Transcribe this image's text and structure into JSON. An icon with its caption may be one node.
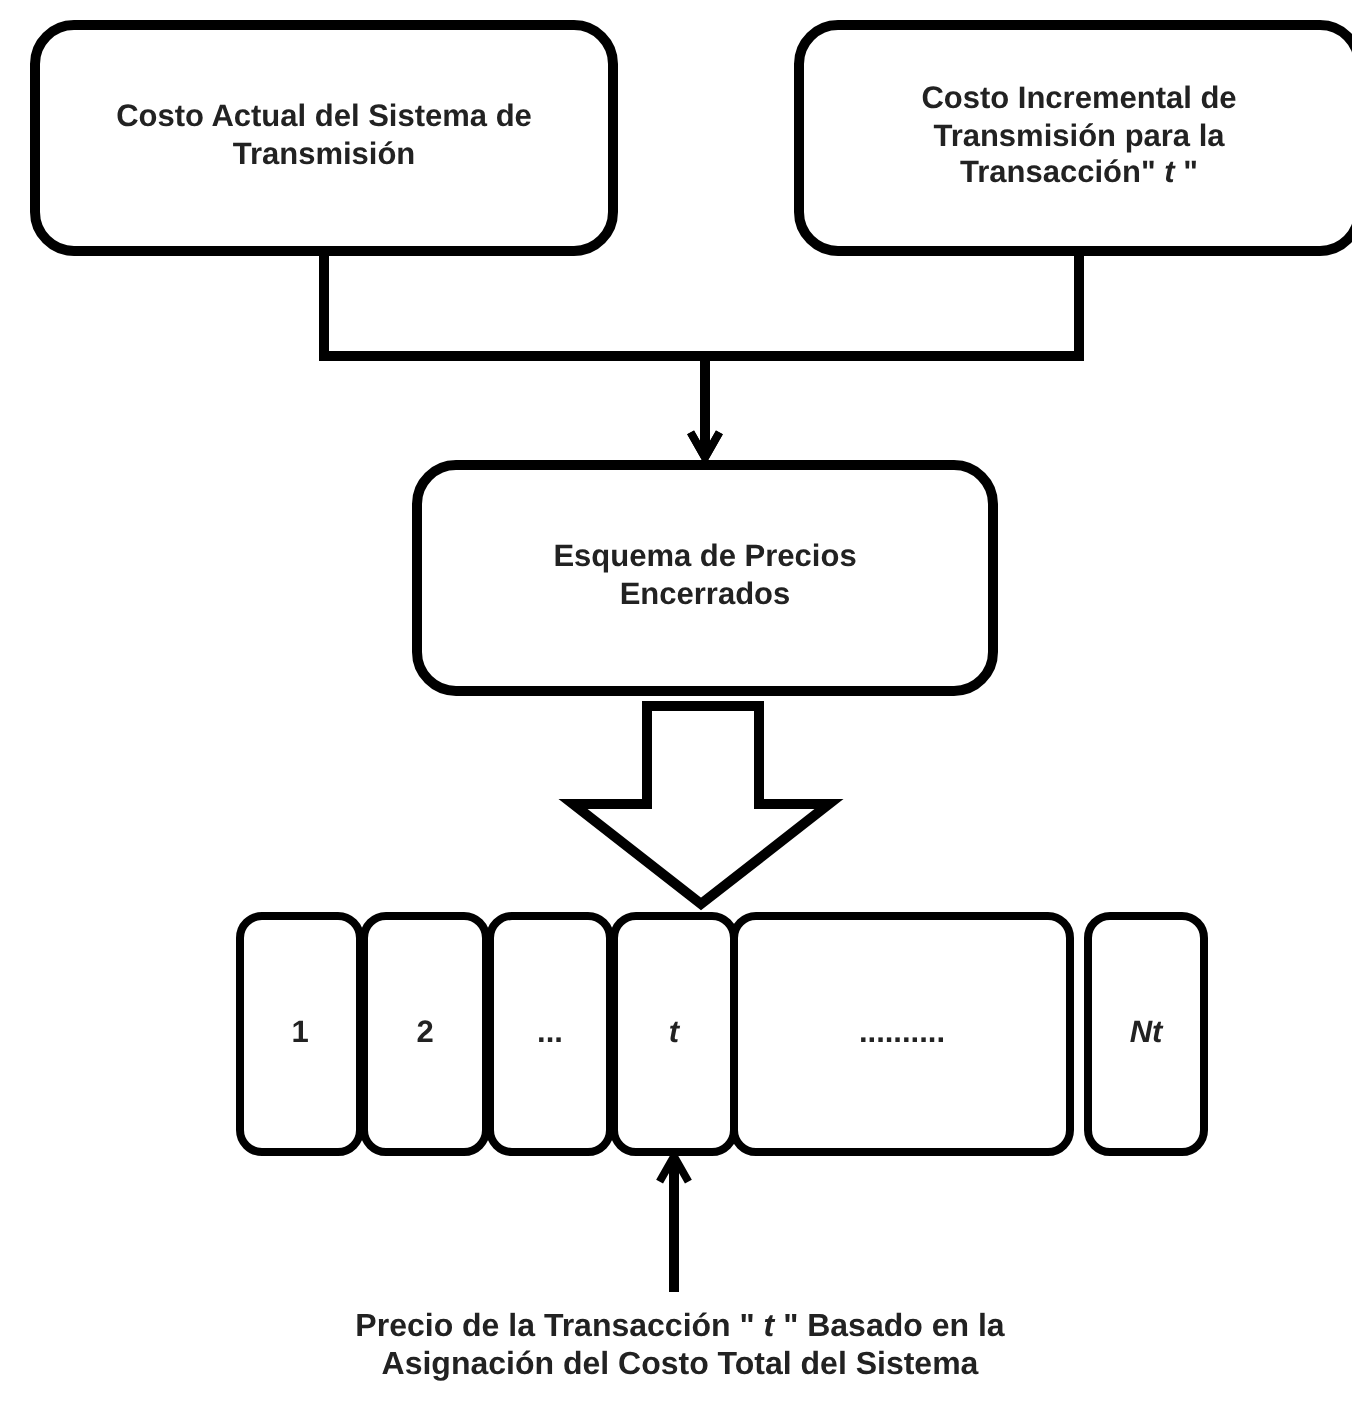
{
  "diagram": {
    "nodes": [
      {
        "text": [
          "Costo Actual del Sistema de Transmisión"
        ]
      },
      {
        "text": [
          "Costo Incremental de Transmisión para la Transacción\" *t* \""
        ]
      },
      {
        "text": [
          "Esquema de Precios Encerrados"
        ]
      },
      {
        "text": [
          "1"
        ]
      },
      {
        "text": [
          "2"
        ]
      },
      {
        "text": [
          "..."
        ]
      },
      {
        "text": [
          "t"
        ]
      },
      {
        "text": [
          ".........."
        ]
      },
      {
        "text": [
          "Nt"
        ]
      },
      {
        "text": [
          "Precio de la Transacción \" *t* \" Basado en la Asignación del Costo Total del Sistema"
        ]
      }
    ],
    "edges": [
      {
        "from": 0,
        "to": 2,
        "arrow": "to"
      },
      {
        "from": 1,
        "to": 2,
        "arrow": "to"
      },
      {
        "from": 2,
        "to": null,
        "arrow": "to",
        "style": "thick"
      },
      {
        "from": 9,
        "to": 6,
        "arrow": "to"
      }
    ]
  }
}
